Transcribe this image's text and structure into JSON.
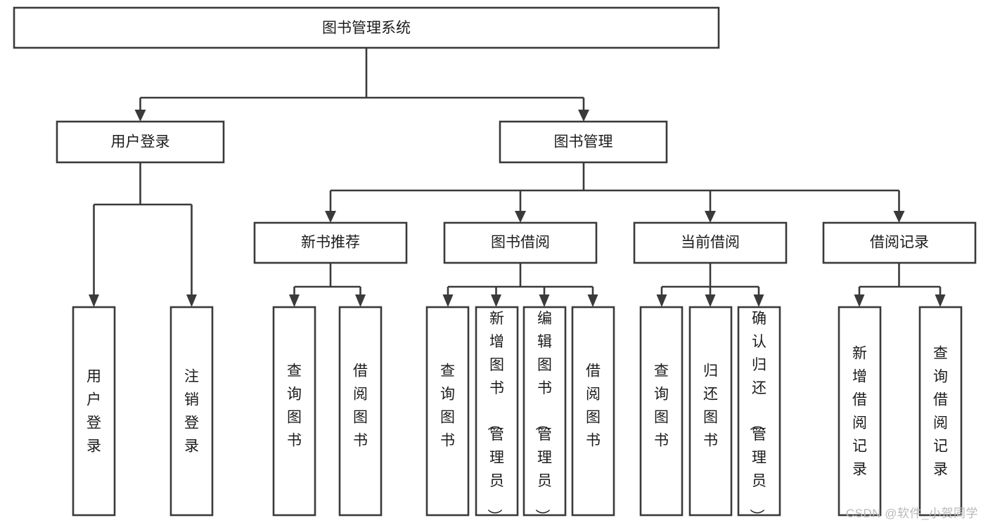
{
  "diagram": {
    "type": "tree",
    "title": "图书管理系统",
    "orientation": "top-down",
    "colors": {
      "box_stroke": "#3a3a3a",
      "box_fill": "#ffffff",
      "connector": "#3a3a3a",
      "text": "#1c1c1c",
      "watermark": "#b9b9b9",
      "background": "#ffffff"
    },
    "nodes": {
      "root": {
        "label": "图书管理系统",
        "level": 1,
        "orientation": "horizontal"
      },
      "level2": [
        {
          "id": "user-login",
          "label": "用户登录",
          "orientation": "horizontal"
        },
        {
          "id": "book-manage",
          "label": "图书管理",
          "orientation": "horizontal"
        }
      ],
      "level3": [
        {
          "id": "new-book-recommend",
          "label": "新书推荐",
          "orientation": "horizontal",
          "parent": "book-manage"
        },
        {
          "id": "book-borrow",
          "label": "图书借阅",
          "orientation": "horizontal",
          "parent": "book-manage"
        },
        {
          "id": "current-borrow",
          "label": "当前借阅",
          "orientation": "horizontal",
          "parent": "book-manage"
        },
        {
          "id": "borrow-record",
          "label": "借阅记录",
          "orientation": "horizontal",
          "parent": "book-manage"
        }
      ],
      "leaves": [
        {
          "id": "leaf-user-login",
          "label": "用户登录",
          "orientation": "vertical",
          "parent": "user-login"
        },
        {
          "id": "leaf-logout",
          "label": "注销登录",
          "orientation": "vertical",
          "parent": "user-login"
        },
        {
          "id": "leaf-query-book-1",
          "label": "查询图书",
          "orientation": "vertical",
          "parent": "new-book-recommend"
        },
        {
          "id": "leaf-borrow-book-1",
          "label": "借阅图书",
          "orientation": "vertical",
          "parent": "new-book-recommend"
        },
        {
          "id": "leaf-query-book-2",
          "label": "查询图书",
          "orientation": "vertical",
          "parent": "book-borrow"
        },
        {
          "id": "leaf-add-book",
          "label": "新增图书（管理员）",
          "orientation": "vertical",
          "parent": "book-borrow"
        },
        {
          "id": "leaf-edit-book",
          "label": "编辑图书（管理员）",
          "orientation": "vertical",
          "parent": "book-borrow"
        },
        {
          "id": "leaf-borrow-book-2",
          "label": "借阅图书",
          "orientation": "vertical",
          "parent": "book-borrow"
        },
        {
          "id": "leaf-query-book-3",
          "label": "查询图书",
          "orientation": "vertical",
          "parent": "current-borrow"
        },
        {
          "id": "leaf-return-book",
          "label": "归还图书",
          "orientation": "vertical",
          "parent": "current-borrow"
        },
        {
          "id": "leaf-confirm-return",
          "label": "确认归还（管理员）",
          "orientation": "vertical",
          "parent": "current-borrow"
        },
        {
          "id": "leaf-add-record",
          "label": "新增借阅记录",
          "orientation": "vertical",
          "parent": "borrow-record"
        },
        {
          "id": "leaf-query-record",
          "label": "查询借阅记录",
          "orientation": "vertical",
          "parent": "borrow-record"
        }
      ]
    },
    "watermark": "CSDN @软件_小贺同学"
  }
}
